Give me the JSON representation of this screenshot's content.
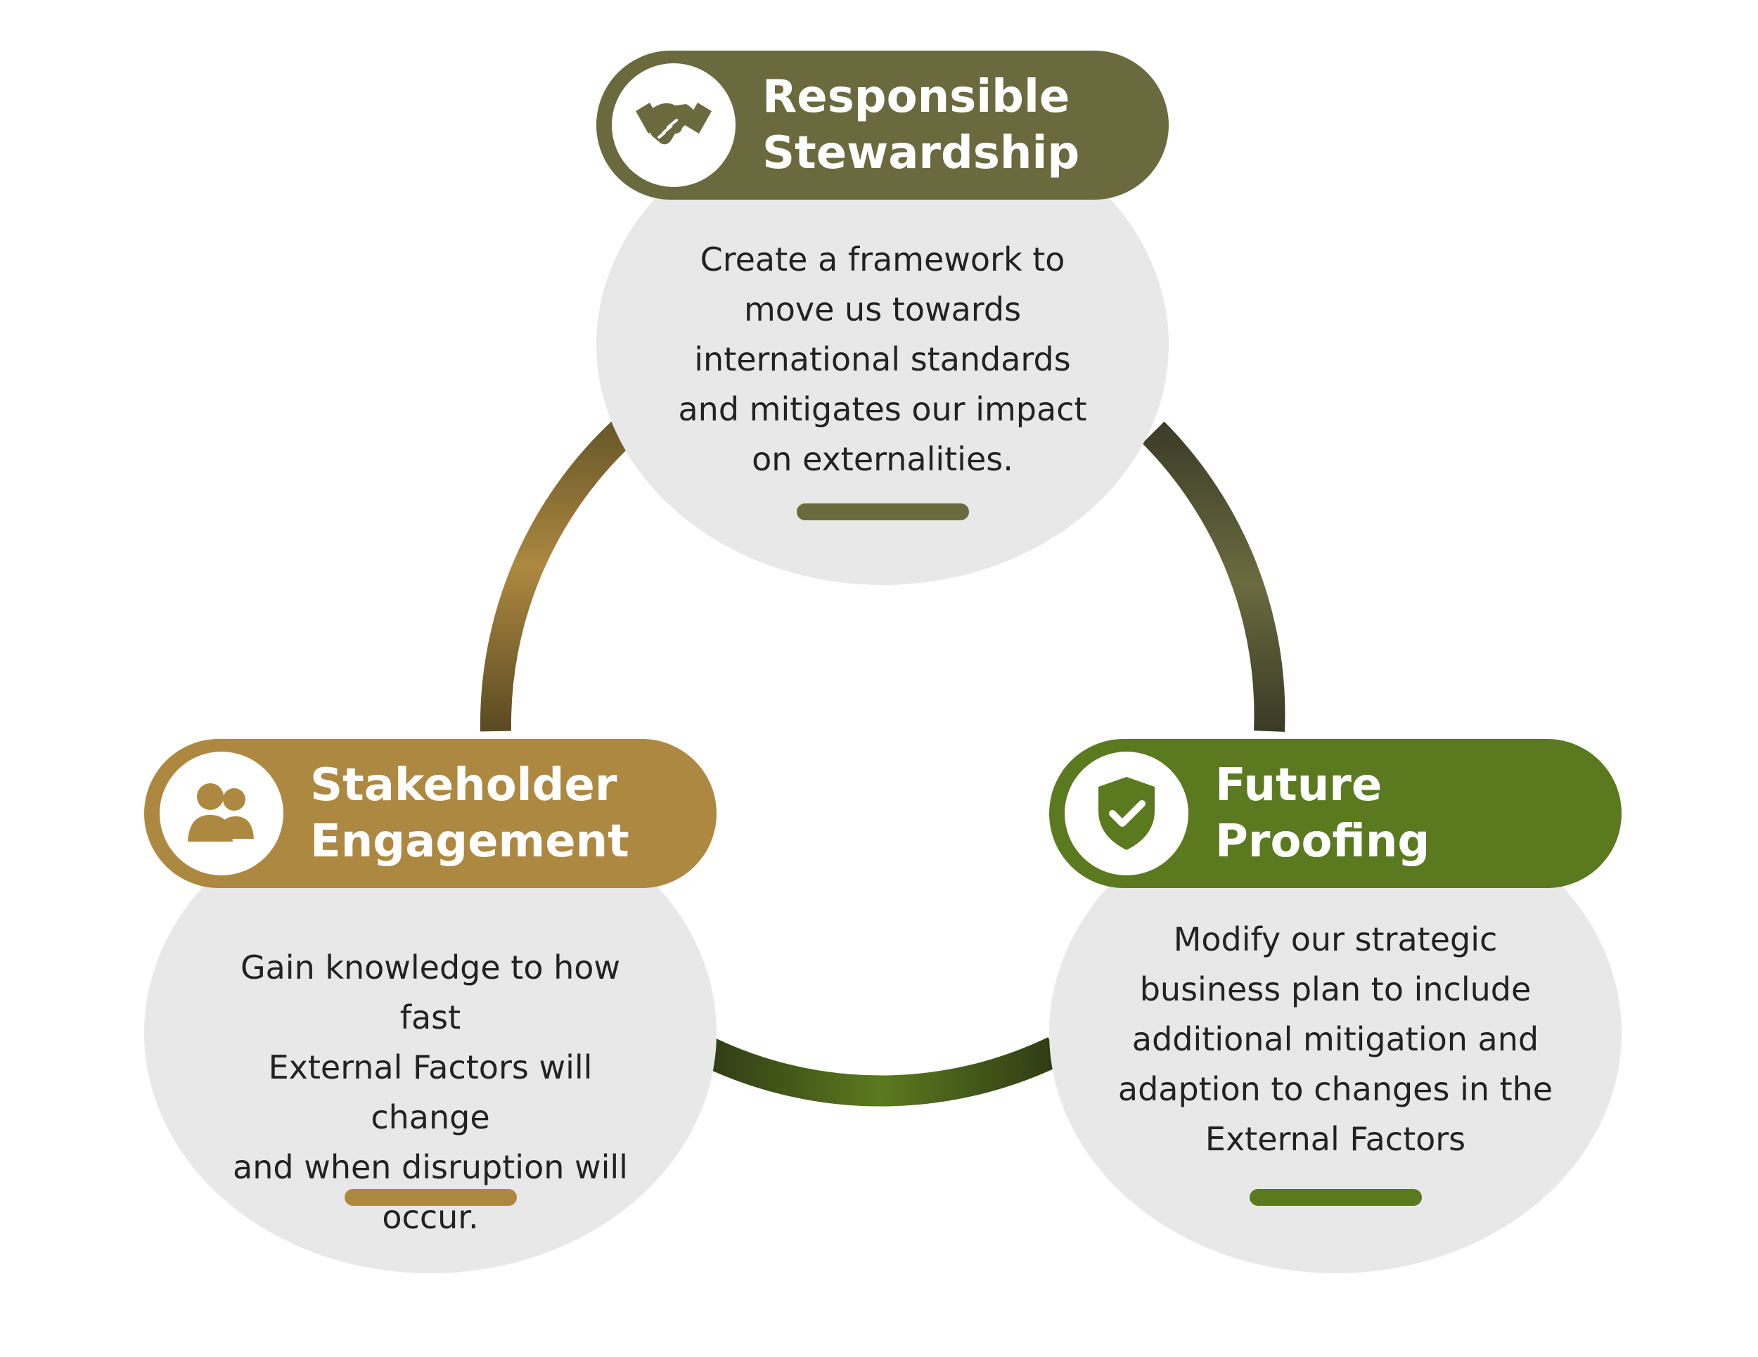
{
  "diagram": {
    "cards": {
      "responsible_stewardship": {
        "title": "Responsible\nStewardship",
        "description": "Create a framework to\nmove us towards\ninternational standards\nand mitigates our impact\non externalities.",
        "icon": "handshake-icon",
        "color": "#6b6a3f"
      },
      "stakeholder_engagement": {
        "title": "Stakeholder\nEngagement",
        "description": "Gain knowledge to how fast\nExternal Factors will change\nand when disruption will\noccur.",
        "icon": "users-icon",
        "color": "#ad8840"
      },
      "future_proofing": {
        "title": "Future Proofing",
        "description": "Modify our strategic\nbusiness plan to include\nadditional mitigation and\nadaption to changes in the\nExternal Factors",
        "icon": "shield-check-icon",
        "color": "#5b7a1f"
      }
    },
    "ring_colors": [
      "#ad8840",
      "#6b6a3f",
      "#3e3e2a",
      "#5b7a1f",
      "#2f3b14"
    ]
  }
}
